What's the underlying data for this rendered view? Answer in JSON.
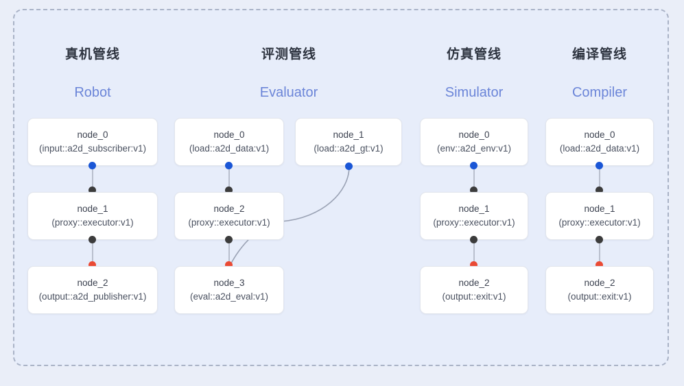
{
  "frame": {
    "border_style": "dashed",
    "border_color": "#a9b2c6",
    "background": "#e7edfa"
  },
  "palette": {
    "page_background": "#eaeef8",
    "node_background": "#ffffff",
    "node_border": "#e2e5ec",
    "title_cn_color": "#2e3440",
    "title_en_color": "#6b85d8",
    "dot_blue": "#1a56d6",
    "dot_black": "#3c3c3c",
    "dot_red": "#ea4a34",
    "link_color": "#b9bfcd"
  },
  "columns": [
    {
      "key": "robot",
      "title_cn": "真机管线",
      "title_en": "Robot",
      "nodes": [
        {
          "id": "node_0",
          "type": "(input::a2d_subscriber:v1)"
        },
        {
          "id": "node_1",
          "type": "(proxy::executor:v1)"
        },
        {
          "id": "node_2",
          "type": "(output::a2d_publisher:v1)"
        }
      ]
    },
    {
      "key": "evaluator",
      "title_cn": "评测管线",
      "title_en": "Evaluator",
      "nodes": [
        {
          "id": "node_0",
          "type": "(load::a2d_data:v1)"
        },
        {
          "id": "node_1",
          "type": "(load::a2d_gt:v1)"
        },
        {
          "id": "node_2",
          "type": "(proxy::executor:v1)"
        },
        {
          "id": "node_3",
          "type": "(eval::a2d_eval:v1)"
        }
      ]
    },
    {
      "key": "simulator",
      "title_cn": "仿真管线",
      "title_en": "Simulator",
      "nodes": [
        {
          "id": "node_0",
          "type": "(env::a2d_env:v1)"
        },
        {
          "id": "node_1",
          "type": "(proxy::executor:v1)"
        },
        {
          "id": "node_2",
          "type": "(output::exit:v1)"
        }
      ]
    },
    {
      "key": "compiler",
      "title_cn": "编译管线",
      "title_en": "Compiler",
      "nodes": [
        {
          "id": "node_0",
          "type": "(load::a2d_data:v1)"
        },
        {
          "id": "node_1",
          "type": "(proxy::executor:v1)"
        },
        {
          "id": "node_2",
          "type": "(output::exit:v1)"
        }
      ]
    }
  ]
}
